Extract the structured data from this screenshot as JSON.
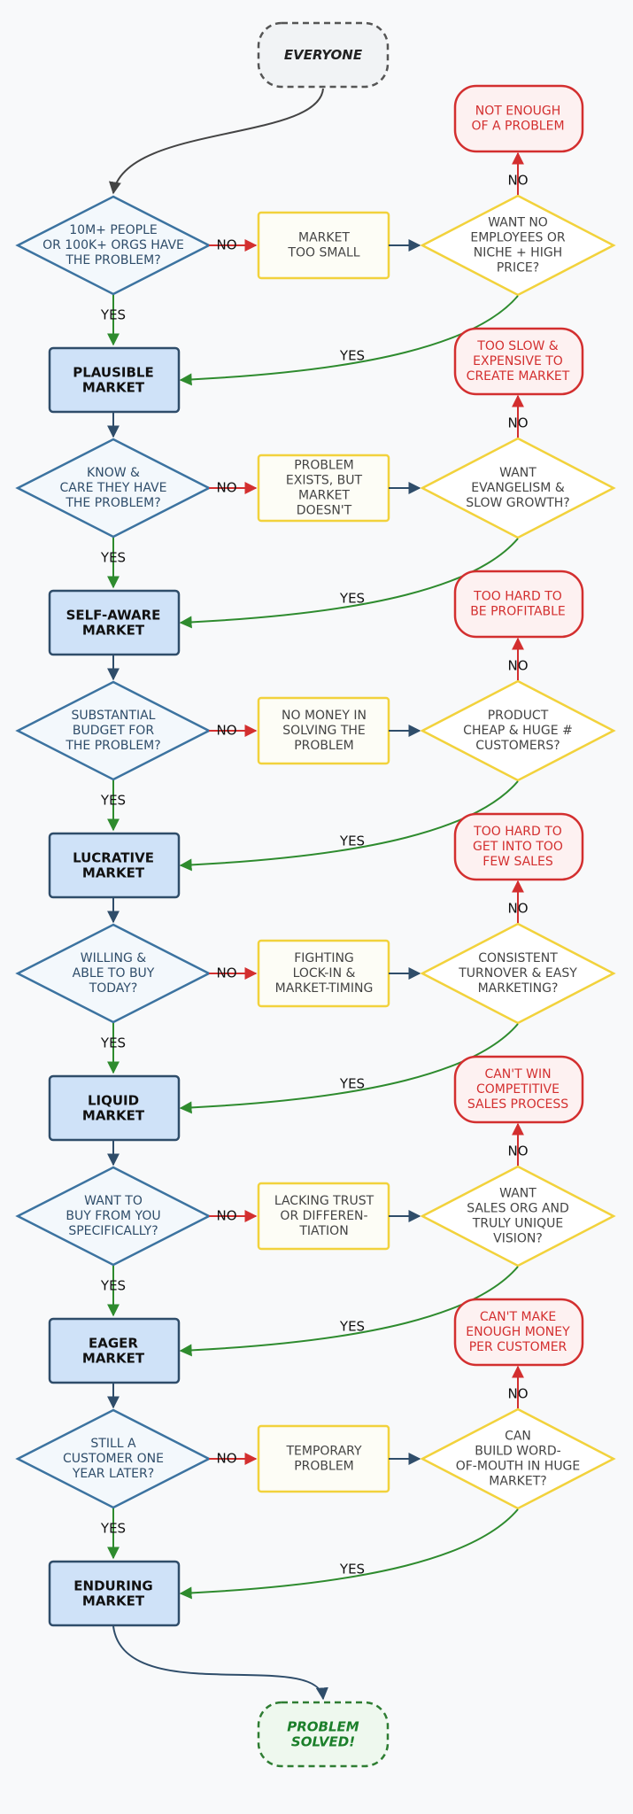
{
  "start": {
    "label": [
      "EVERYONE"
    ]
  },
  "end": {
    "label": [
      "PROBLEM",
      "SOLVED!"
    ]
  },
  "stages": [
    {
      "question": [
        "10M+ PEOPLE",
        "OR 100K+ ORGS HAVE",
        "THE PROBLEM?"
      ],
      "failure": [
        "MARKET",
        "TOO SMALL"
      ],
      "recovery": [
        "WANT NO",
        "EMPLOYEES OR",
        "NICHE + HIGH",
        "PRICE?"
      ],
      "outcome": [
        "NOT ENOUGH",
        "OF A PROBLEM"
      ],
      "market": [
        "PLAUSIBLE",
        "MARKET"
      ]
    },
    {
      "question": [
        "KNOW &",
        "CARE THEY HAVE",
        "THE PROBLEM?"
      ],
      "failure": [
        "PROBLEM",
        "EXISTS, BUT",
        "MARKET",
        "DOESN'T"
      ],
      "recovery": [
        "WANT",
        "EVANGELISM &",
        "SLOW GROWTH?"
      ],
      "outcome": [
        "TOO SLOW &",
        "EXPENSIVE TO",
        "CREATE MARKET"
      ],
      "market": [
        "SELF-AWARE",
        "MARKET"
      ]
    },
    {
      "question": [
        "SUBSTANTIAL",
        "BUDGET FOR",
        "THE PROBLEM?"
      ],
      "failure": [
        "NO MONEY IN",
        "SOLVING THE",
        "PROBLEM"
      ],
      "recovery": [
        "PRODUCT",
        "CHEAP & HUGE #",
        "CUSTOMERS?"
      ],
      "outcome": [
        "TOO HARD TO",
        "BE PROFITABLE"
      ],
      "market": [
        "LUCRATIVE",
        "MARKET"
      ]
    },
    {
      "question": [
        "WILLING &",
        "ABLE TO BUY",
        "TODAY?"
      ],
      "failure": [
        "FIGHTING",
        "LOCK-IN &",
        "MARKET-TIMING"
      ],
      "recovery": [
        "CONSISTENT",
        "TURNOVER & EASY",
        "MARKETING?"
      ],
      "outcome": [
        "TOO HARD TO",
        "GET INTO TOO",
        "FEW SALES"
      ],
      "market": [
        "LIQUID",
        "MARKET"
      ]
    },
    {
      "question": [
        "WANT TO",
        "BUY FROM YOU",
        "SPECIFICALLY?"
      ],
      "failure": [
        "LACKING TRUST",
        "OR DIFFEREN-",
        "TIATION"
      ],
      "recovery": [
        "WANT",
        "SALES ORG AND",
        "TRULY UNIQUE",
        "VISION?"
      ],
      "outcome": [
        "CAN'T WIN",
        "COMPETITIVE",
        "SALES PROCESS"
      ],
      "market": [
        "EAGER",
        "MARKET"
      ]
    },
    {
      "question": [
        "STILL A",
        "CUSTOMER ONE",
        "YEAR LATER?"
      ],
      "failure": [
        "TEMPORARY",
        "PROBLEM"
      ],
      "recovery": [
        "CAN",
        "BUILD WORD-",
        "OF-MOUTH IN HUGE",
        "MARKET?"
      ],
      "outcome": [
        "CAN'T MAKE",
        "ENOUGH MONEY",
        "PER CUSTOMER"
      ],
      "market": [
        "ENDURING",
        "MARKET"
      ]
    }
  ],
  "edge_labels": {
    "yes": "YES",
    "no": "NO"
  },
  "colors": {
    "terminal_fill": "#f1f3f5",
    "terminal_stroke": "#555555",
    "end_fill": "#eef8ee",
    "end_stroke": "#2e7d32",
    "end_text": "#1b7f2a",
    "question_fill": "#f3f8fc",
    "question_stroke": "#3c73a0",
    "question_text": "#2f4d6a",
    "failure_fill": "#fdfdf6",
    "failure_stroke": "#f2d23c",
    "failure_text": "#444444",
    "recovery_stroke": "#f2d23c",
    "outcome_fill": "#fdf1f1",
    "outcome_stroke": "#d32f2f",
    "outcome_text": "#d32f2f",
    "market_fill": "#cfe2f8",
    "market_stroke": "#2f4d6a",
    "market_text": "#111111",
    "arrow_main": "#2f4d6a",
    "arrow_yes": "#2e8b2e",
    "arrow_no": "#d32f2f",
    "arrow_connector": "#444444"
  }
}
